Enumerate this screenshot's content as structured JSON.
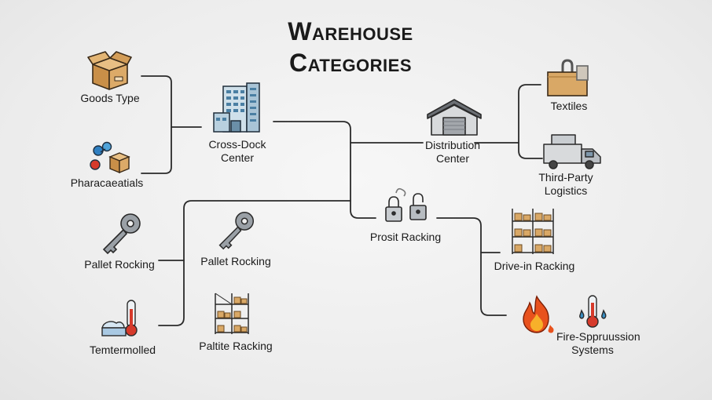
{
  "title": {
    "line1": "Warehouse",
    "line2": "Categories"
  },
  "nodes": {
    "goods_type": "Goods Type",
    "pharmaceuticals": "Pharacaeatials",
    "cross_dock": {
      "line1": "Cross-Dock",
      "line2": "Center"
    },
    "distribution": {
      "line1": "Distribution",
      "line2": "Center"
    },
    "textiles": "Textiles",
    "third_party": {
      "line1": "Third-Party",
      "line2": "Logistics"
    },
    "prosit_racking": "Prosit Racking",
    "drive_in": "Drive-in Racking",
    "fire": {
      "line1": "Fire-Sppruussion",
      "line2": "Systems"
    },
    "pallet_rocking_left": "Pallet Rocking",
    "pallet_rocking_mid": "Pallet Rocking",
    "temperature": "Temtermolled",
    "paltite": "Paltite Racking"
  },
  "colors": {
    "line": "#2a2a2a",
    "box": "#d9a866",
    "metal": "#8a8f94",
    "fire": "#e8521d",
    "thermo_red": "#d63a2b",
    "blue": "#3a8fc4"
  }
}
